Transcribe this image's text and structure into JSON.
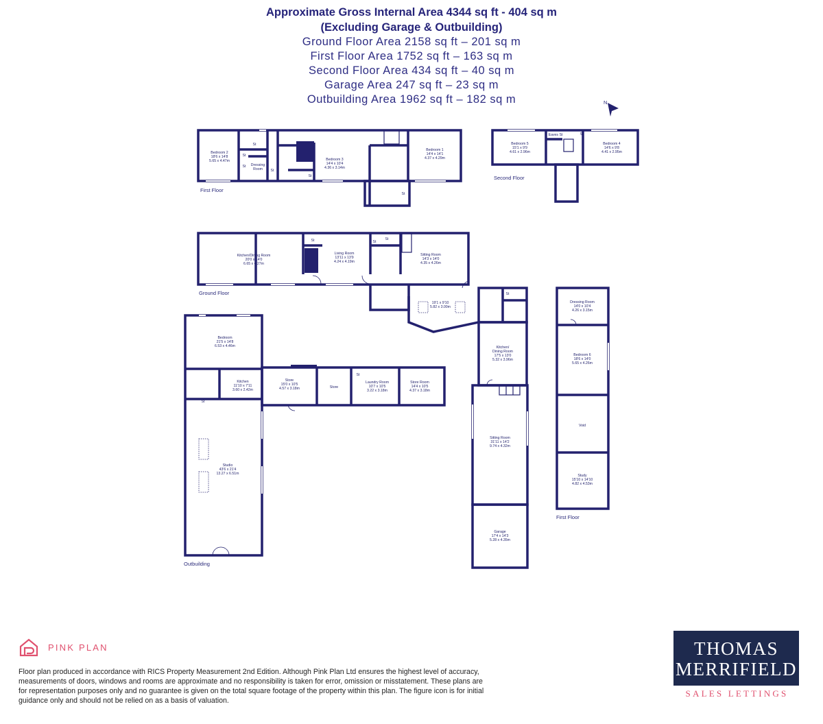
{
  "header": {
    "line1": "Approximate Gross Internal Area 4344 sq ft - 404 sq m",
    "line2": "(Excluding Garage & Outbuilding)",
    "areas": [
      "Ground Floor Area 2158 sq ft – 201 sq m",
      "First Floor Area 1752 sq ft – 163 sq m",
      "Second Floor Area 434 sq ft – 40 sq m",
      "Garage Area 247 sq ft – 23 sq m",
      "Outbuilding Area 1962 sq ft – 182 sq m"
    ]
  },
  "compass": {
    "label": "N"
  },
  "floor_labels": {
    "first_floor": "First Floor",
    "second_floor": "Second Floor",
    "ground_floor": "Ground Floor",
    "outbuilding": "Outbuilding",
    "outbuilding_first_floor": "First Floor"
  },
  "rooms": {
    "bedroom2": [
      "Bedroom 2",
      "18'6 x 14'8",
      "5.65 x 4.47m"
    ],
    "dressing_room_ff": [
      "Dressing",
      "Room"
    ],
    "bedroom3": [
      "Bedroom 3",
      "14'4 x 10'4",
      "4.36 x 3.14m"
    ],
    "bedroom1": [
      "Bedroom 1",
      "14'4 x 14'1",
      "4.37 x 4.29m"
    ],
    "bedroom5": [
      "Bedroom 5",
      "15'1 x 9'9",
      "4.61 x 2.96m"
    ],
    "eaves": [
      "Eaves St"
    ],
    "bedroom4": [
      "Bedroom 4",
      "14'6 x 9'8",
      "4.41 x 2.95m"
    ],
    "kitchen_dining": [
      "Kitchen/Dining Room",
      "20'0 x 14'0",
      "6.65 x 4.27m"
    ],
    "living": [
      "Living Room",
      "13'11 x 13'9",
      "4.24 x 4.19m"
    ],
    "sitting": [
      "Sitting Room",
      "14'3 x 14'0",
      "4.35 x 4.26m"
    ],
    "hall": [
      "19'1 x 9'10",
      "5.82 x 3.00m"
    ],
    "ob_bedroom": [
      "Bedroom",
      "21'5 x 14'8",
      "6.53 x 4.46m"
    ],
    "ob_kitchen": [
      "Kitchen",
      "11'10 x 7'11",
      "3.60 x 2.42m"
    ],
    "ob_store1": [
      "Store",
      "15'0 x 10'5",
      "4.57 x 3.18m"
    ],
    "ob_store2": [
      "Store"
    ],
    "ob_laundry": [
      "Laundry Room",
      "10'7 x 10'5",
      "3.22 x 3.18m"
    ],
    "ob_store_room": [
      "Store Room",
      "14'4 x 10'5",
      "4.37 x 3.18m"
    ],
    "ob_studio": [
      "Studio",
      "43'6 x 21'4",
      "13.27 x 6.51m"
    ],
    "ob_kitchen_dining": [
      "Kitchen/",
      "Dining Room",
      "17'5 x 13'0",
      "5.32 x 3.96m"
    ],
    "ob_sitting": [
      "Sitting Room",
      "31'11 x 14'2",
      "9.74 x 4.32m"
    ],
    "garage": [
      "Garage",
      "17'4 x 14'3",
      "5.28 x 4.35m"
    ],
    "dressing_room_ob": [
      "Dressing Room",
      "14'0 x 10'4",
      "4.26 x 3.15m"
    ],
    "bedroom6": [
      "Bedroom 6",
      "18'6 x 14'0",
      "5.65 x 4.26m"
    ],
    "void": [
      "Void"
    ],
    "study": [
      "Study",
      "15'10 x 14'10",
      "4.82 x 4.53m"
    ]
  },
  "storage_marks": [
    "St",
    "St",
    "St",
    "St",
    "St",
    "St",
    "St",
    "St",
    "St",
    "St",
    "St",
    "St",
    "St"
  ],
  "logo": {
    "name": "PINK PLAN",
    "color": "#e0506e"
  },
  "disclaimer": "Floor plan produced in accordance with RICS Property Measurement 2nd Edition. Although Pink Plan Ltd ensures the highest level of accuracy, measurements of doors, windows and rooms are approximate and no responsibility is taken for error, omission or misstatement. These plans are for representation purposes only and no guarantee is given on the total square footage of the property within this plan. The figure icon is for initial guidance only and should not be relied on as a basis of valuation.",
  "agent": {
    "line1": "THOMAS",
    "line2": "MERRIFIELD",
    "sub": "SALES LETTINGS",
    "bg": "#1e2a4e",
    "accent": "#e0506e"
  },
  "colors": {
    "wall": "#23216e",
    "text": "#26247a"
  }
}
